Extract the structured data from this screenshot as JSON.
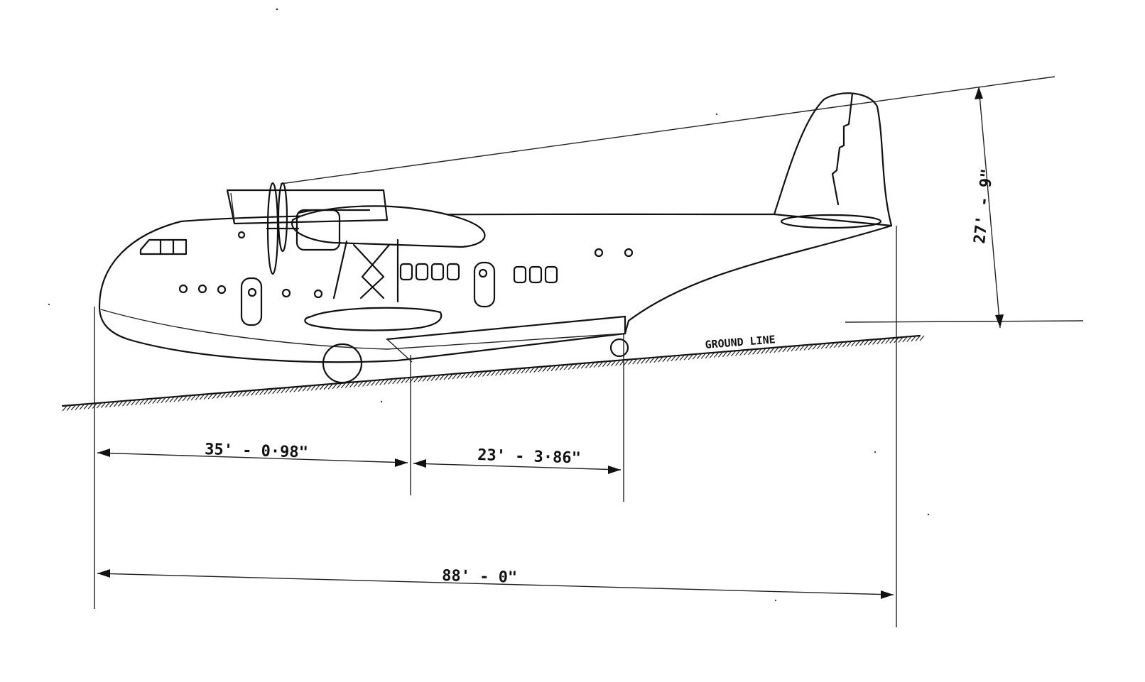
{
  "labels": {
    "ground_line": "GROUND LINE"
  },
  "dimensions": {
    "nose_to_step": "35' - 0·98\"",
    "step_to_rear_step": "23' - 3·86\"",
    "overall_length": "88' - 0\"",
    "overall_height": "27' - 9\""
  }
}
